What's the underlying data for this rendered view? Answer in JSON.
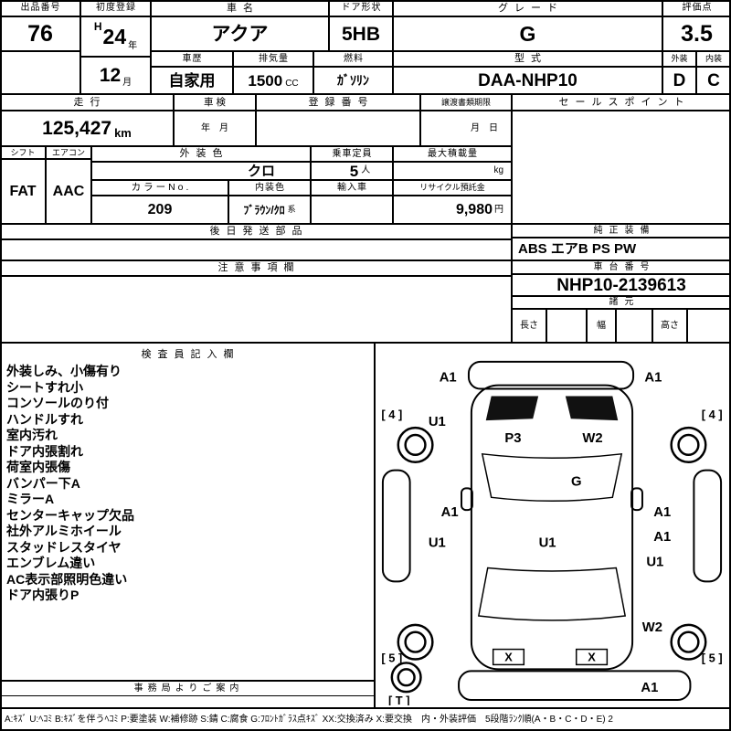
{
  "top": {
    "auction_no": {
      "label": "出品番号",
      "value": "76"
    },
    "first_reg": {
      "label": "初度登録",
      "era": "H",
      "year": "24",
      "year_unit": "年",
      "month": "12",
      "month_unit": "月"
    },
    "car_name": {
      "label": "車名",
      "value": "アクア"
    },
    "history": {
      "label": "車歴",
      "value": "自家用"
    },
    "displacement": {
      "label": "排気量",
      "value": "1500",
      "unit": "CC"
    },
    "door": {
      "label": "ドア形状",
      "value": "5HB"
    },
    "fuel": {
      "label": "燃料",
      "value": "ｶﾞｿﾘﾝ"
    },
    "grade": {
      "label": "グレード",
      "value": "G"
    },
    "model": {
      "label": "型式",
      "value": "DAA-NHP10"
    },
    "score": {
      "label": "評価点",
      "value": "3.5"
    },
    "exterior": {
      "label": "外装",
      "value": "D"
    },
    "interior": {
      "label": "内装",
      "value": "C"
    }
  },
  "mileage_row": {
    "mileage": {
      "label": "走行",
      "value": "125,427",
      "unit": "km"
    },
    "inspection": {
      "label": "車検",
      "value": "年　月"
    },
    "reg_no": {
      "label": "登録番号",
      "value": ""
    },
    "transfer": {
      "label": "譲渡書類期限",
      "value": "月　日"
    },
    "sales_point": {
      "label": "セールスポイント",
      "value": ""
    }
  },
  "spec_row": {
    "shift": {
      "label": "シフト",
      "value": "FAT"
    },
    "aircon": {
      "label": "エアコン",
      "value": "AAC"
    },
    "ext_color": {
      "label": "外装色",
      "value": "クロ"
    },
    "capacity": {
      "label": "乗車定員",
      "value": "5",
      "unit": "人"
    },
    "max_load": {
      "label": "最大積載量",
      "value": "",
      "unit": "kg"
    },
    "color_no": {
      "label": "カラーNo.",
      "value": "209"
    },
    "int_color": {
      "label": "内装色",
      "value": "ﾌﾞﾗｳﾝ/ｸﾛ",
      "unit": "系"
    },
    "import_car": {
      "label": "輸入車",
      "value": ""
    },
    "recycle": {
      "label": "リサイクル預託金",
      "value": "9,980",
      "unit": "円"
    }
  },
  "parts_row": {
    "later_parts": {
      "label": "後日発送部品",
      "value": ""
    },
    "genuine": {
      "label": "純正装備",
      "value": "ABS エアB PS PW"
    }
  },
  "notes_row": {
    "notes": {
      "label": "注意事項欄",
      "value": ""
    },
    "chassis": {
      "label": "車台番号",
      "value": "NHP10-2139613"
    },
    "dimensions": {
      "label": "諸元",
      "length": "長さ",
      "width": "幅",
      "height": "高さ"
    }
  },
  "inspector": {
    "label": "検査員記入欄",
    "items": [
      "外装しみ、小傷有り",
      "シートすれ小",
      "コンソールのり付",
      "ハンドルすれ",
      "室内汚れ",
      "ドア内張割れ",
      "荷室内張傷",
      "バンパー下A",
      "ミラーA",
      "センターキャップ欠品",
      "社外アルミホイール",
      "スタッドレスタイヤ",
      "エンブレム違い",
      "AC表示部照明色違い",
      "ドア内張りP"
    ]
  },
  "office": {
    "label": "事務局よりご案内"
  },
  "diagram": {
    "marks": {
      "front_left_a1": "A1",
      "front_right_a1": "A1",
      "fl_tread": "[ 4 ]",
      "fr_tread": "[ 4 ]",
      "front_left_fender_u1": "U1",
      "hood_p3": "P3",
      "hood_w2": "W2",
      "windshield_g": "G",
      "left_door_a1": "A1",
      "right_door_a1": "A1",
      "left_u1": "U1",
      "roof_u1": "U1",
      "right_a1": "A1",
      "right_u1": "U1",
      "right_rear_w2": "W2",
      "rl_tread": "[ 5 ]",
      "rr_tread": "[ 5 ]",
      "x_left": "X",
      "x_right": "X",
      "rear_bumper_a1": "A1",
      "spare_t": "[ T ]"
    }
  },
  "legend": "A:ｷｽﾞ U:ﾍｺﾐ B:ｷｽﾞを伴うﾍｺﾐ P:要塗装 W:補修跡 S:錆 C:腐食 G:ﾌﾛﾝﾄｶﾞﾗｽ点ｷｽﾞ XX:交換済み X:要交換　内・外装評価　5段階ﾗﾝｸ順(A・B・C・D・E) 2"
}
